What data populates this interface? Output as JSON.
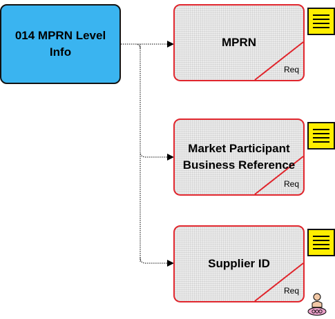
{
  "diagram": {
    "root": {
      "label": "014 MPRN Level Info"
    },
    "children": [
      {
        "label": "MPRN",
        "tag": "Req"
      },
      {
        "label": "Market Participant Business Reference",
        "tag": "Req"
      },
      {
        "label": "Supplier ID",
        "tag": "Req"
      }
    ]
  },
  "colors": {
    "root_fill": "#3ab4f0",
    "child_border": "#e0242b",
    "note_fill": "#ffee00"
  },
  "icons": [
    "note-icon",
    "person-icon"
  ]
}
